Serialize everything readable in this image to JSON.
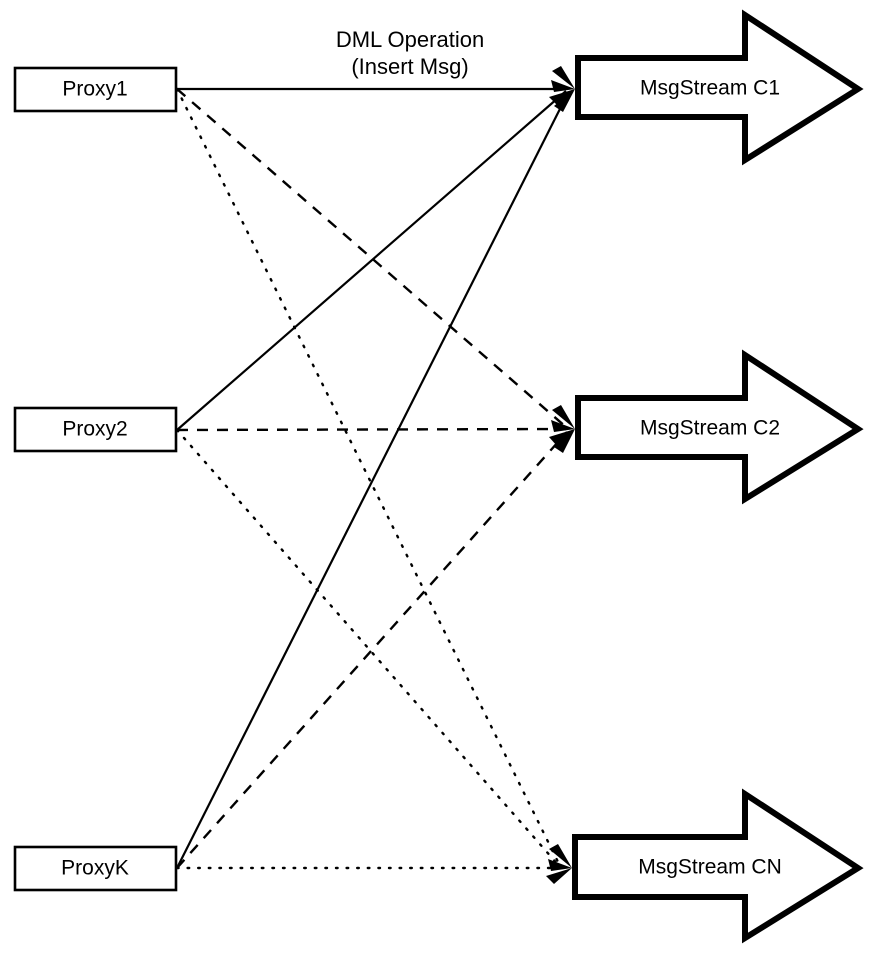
{
  "diagram": {
    "title": "Proxy to MsgStream routing diagram",
    "background_color": "#ffffff",
    "stroke_color": "#000000",
    "edge_label": {
      "line1": "DML Operation",
      "line2": "(Insert Msg)"
    },
    "producers": [
      {
        "id": "proxy1",
        "label": "Proxy1"
      },
      {
        "id": "proxy2",
        "label": "Proxy2"
      },
      {
        "id": "proxyk",
        "label": "ProxyK"
      }
    ],
    "streams": [
      {
        "id": "stream-c1",
        "label": "MsgStream C1"
      },
      {
        "id": "stream-c2",
        "label": "MsgStream C2"
      },
      {
        "id": "stream-cn",
        "label": "MsgStream CN"
      }
    ],
    "connections": [
      {
        "from": "proxy1",
        "to": "stream-c1",
        "style": "solid"
      },
      {
        "from": "proxy1",
        "to": "stream-c2",
        "style": "dashed"
      },
      {
        "from": "proxy1",
        "to": "stream-cn",
        "style": "dotted"
      },
      {
        "from": "proxy2",
        "to": "stream-c1",
        "style": "solid"
      },
      {
        "from": "proxy2",
        "to": "stream-c2",
        "style": "dashed"
      },
      {
        "from": "proxy2",
        "to": "stream-cn",
        "style": "dotted"
      },
      {
        "from": "proxyk",
        "to": "stream-c1",
        "style": "solid"
      },
      {
        "from": "proxyk",
        "to": "stream-c2",
        "style": "dashed"
      },
      {
        "from": "proxyk",
        "to": "stream-cn",
        "style": "dotted"
      }
    ]
  }
}
